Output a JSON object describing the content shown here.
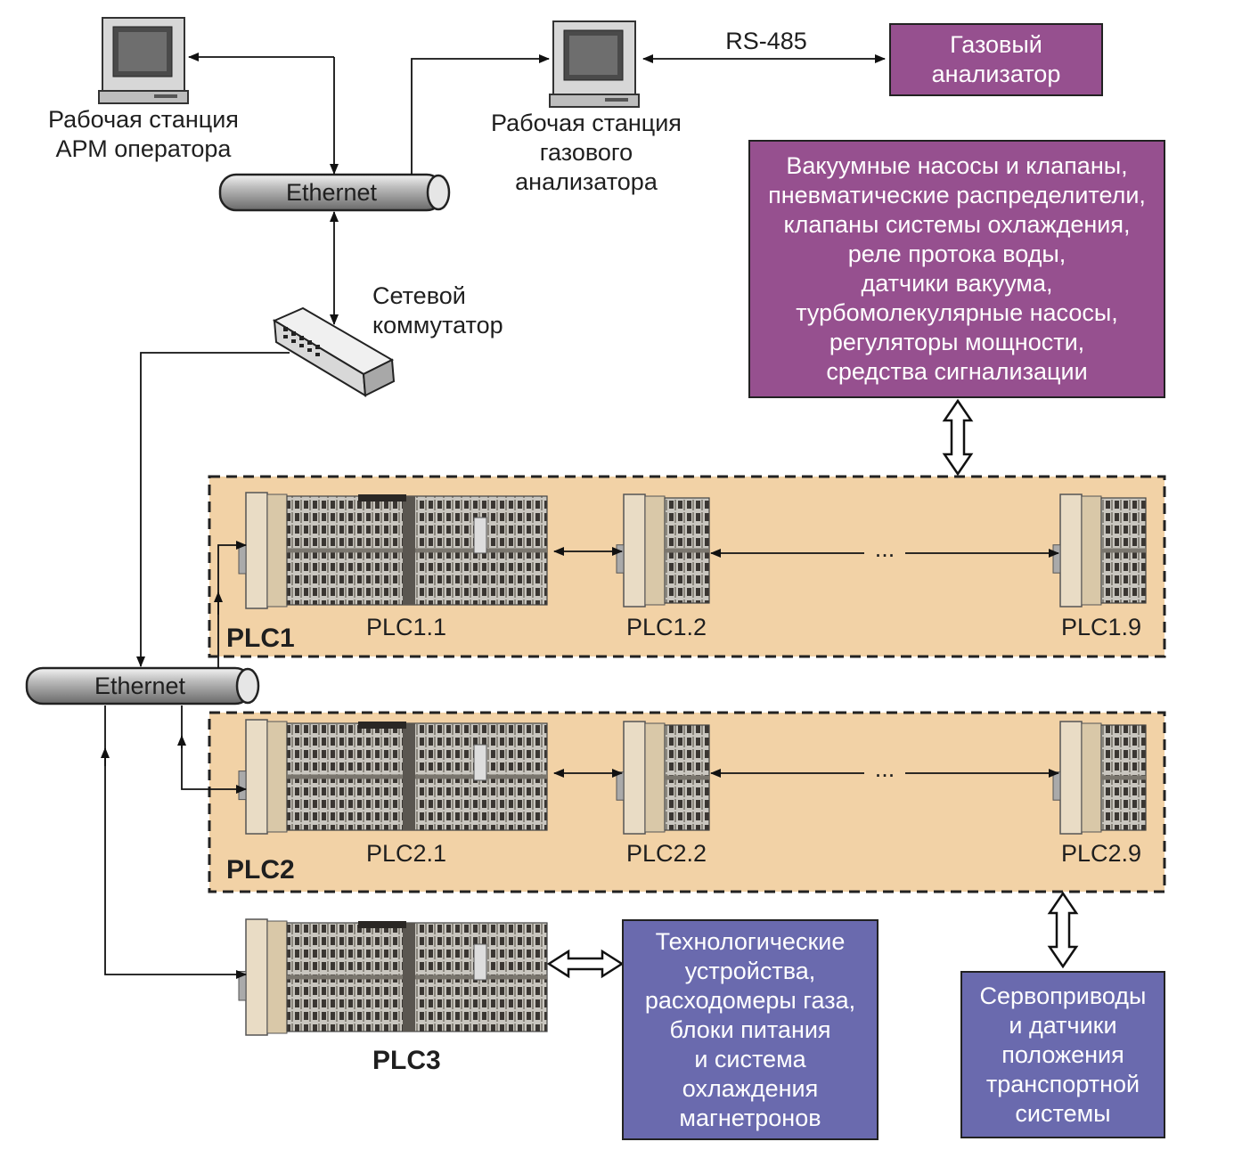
{
  "workstations": {
    "operator": {
      "line1": "Рабочая станция",
      "line2": "АРМ оператора"
    },
    "gas": {
      "line1": "Рабочая станция",
      "line2": "газового",
      "line3": "анализатора"
    }
  },
  "links": {
    "rs485": "RS-485"
  },
  "network": {
    "ethernet_top": "Ethernet",
    "ethernet_bottom": "Ethernet",
    "switch": {
      "line1": "Сетевой",
      "line2": "коммутатор"
    }
  },
  "boxes": {
    "gas_analyzer": {
      "lines": [
        "Газовый",
        "анализатор"
      ],
      "color": "#96508f"
    },
    "vacuum": {
      "lines": [
        "Вакуумные насосы и клапаны,",
        "пневматические распределители,",
        "клапаны системы охлаждения,",
        "реле протока воды,",
        "датчики вакуума,",
        "турбомолекулярные насосы,",
        "регуляторы мощности,",
        "средства сигнализации"
      ],
      "color": "#96508f"
    },
    "tech": {
      "lines": [
        "Технологические",
        "устройства,",
        "расходомеры газа,",
        "блоки питания",
        "и система",
        "охлаждения",
        "магнетронов"
      ],
      "color": "#6a6aae"
    },
    "servo": {
      "lines": [
        "Сервоприводы",
        "и датчики",
        "положения",
        "транспортной",
        "системы"
      ],
      "color": "#6a6aae"
    }
  },
  "plc_groups": {
    "plc1": {
      "title": "PLC1",
      "modules": [
        "PLC1.1",
        "PLC1.2",
        "PLC1.9"
      ],
      "ellipsis": "..."
    },
    "plc2": {
      "title": "PLC2",
      "modules": [
        "PLC2.1",
        "PLC2.2",
        "PLC2.9"
      ],
      "ellipsis": "..."
    },
    "plc3": {
      "title": "PLC3"
    }
  },
  "colors": {
    "group_fill": "#f2d2a6",
    "purple": "#96508f",
    "blue": "#6a6aae"
  }
}
